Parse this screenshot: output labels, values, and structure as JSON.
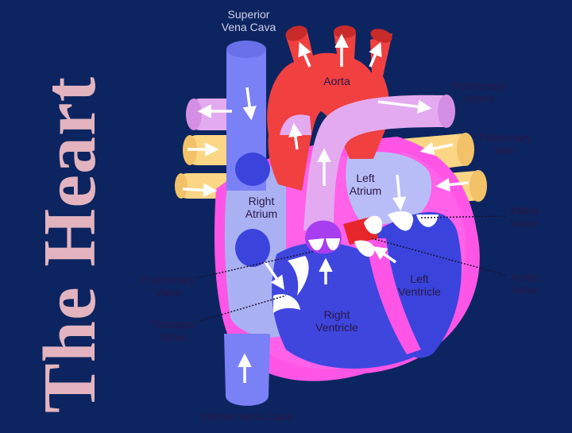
{
  "title": "The Heart",
  "colors": {
    "background": "#0c2560",
    "title": "#e3b4bf",
    "label_dark": "#2a1646",
    "label_light": "#cfd0ea",
    "vena_cava": "#7a80f5",
    "aorta": "#f04040",
    "pulmonary_artery": "#e3aaf0",
    "pulmonary_vein": "#fbd684",
    "myocardium": "#ff55e6",
    "right_chambers": "#aab1f3",
    "right_ventricle": "#3e46de",
    "left_atrium": "#b9bdf7",
    "left_ventricle": "#3a44dc",
    "valve_purple": "#a73ef0",
    "valve_red": "#e6262a"
  },
  "labels": {
    "superior_vena_cava": [
      "Superior",
      "Vena Cava"
    ],
    "aorta": [
      "Aorta"
    ],
    "pulmonary_artery": [
      "Pulmonary",
      "Artery"
    ],
    "pulmonary_vein": [
      "Pulmonary",
      "Vein"
    ],
    "left_atrium": [
      "Left",
      "Atrium"
    ],
    "right_atrium": [
      "Right",
      "Atrium"
    ],
    "mitral_valve": [
      "Mitral",
      "Valve"
    ],
    "pulmonary_valve": [
      "Pulmonary",
      "Valve"
    ],
    "left_ventricle": [
      "Left",
      "Ventricle"
    ],
    "aortic_valve": [
      "Aortic",
      "Valve"
    ],
    "right_ventricle": [
      "Right",
      "Ventricle"
    ],
    "tricuspid_valve": [
      "Tricuspid",
      "Valve"
    ],
    "inferior_vena_cava": [
      "Inferior Vena Cava"
    ]
  }
}
